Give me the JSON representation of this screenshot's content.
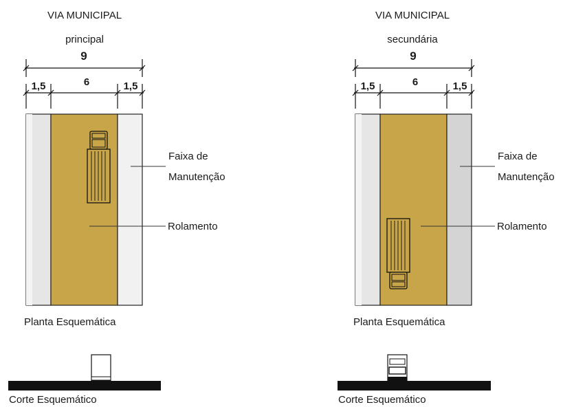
{
  "colors": {
    "road": "#c9a549",
    "sidewalk_left": "#e6e6e6",
    "sidewalk_right": "#f1f1f1",
    "sidewalk_right_secondary": "#d4d4d4",
    "ground": "#111111"
  },
  "panels": [
    {
      "title": "VIA MUNICIPAL",
      "subtitle": "principal",
      "total_width": "9",
      "left_width": "1,5",
      "road_width": "6",
      "right_width": "1,5",
      "label_faixa_1": "Faixa de",
      "label_faixa_2": "Manutenção",
      "label_rolamento": "Rolamento",
      "caption_plan": "Planta Esquemática",
      "caption_section": "Corte Esquemático",
      "vehicle_icon": "truck-topview-icon"
    },
    {
      "title": "VIA MUNICIPAL",
      "subtitle": "secundária",
      "total_width": "9",
      "left_width": "1,5",
      "road_width": "6",
      "right_width": "1,5",
      "label_faixa_1": "Faixa de",
      "label_faixa_2": "Manutenção",
      "label_rolamento": "Rolamento",
      "caption_plan": "Planta Esquemática",
      "caption_section": "Corte Esquemático",
      "vehicle_icon": "truck-topview-icon"
    }
  ]
}
